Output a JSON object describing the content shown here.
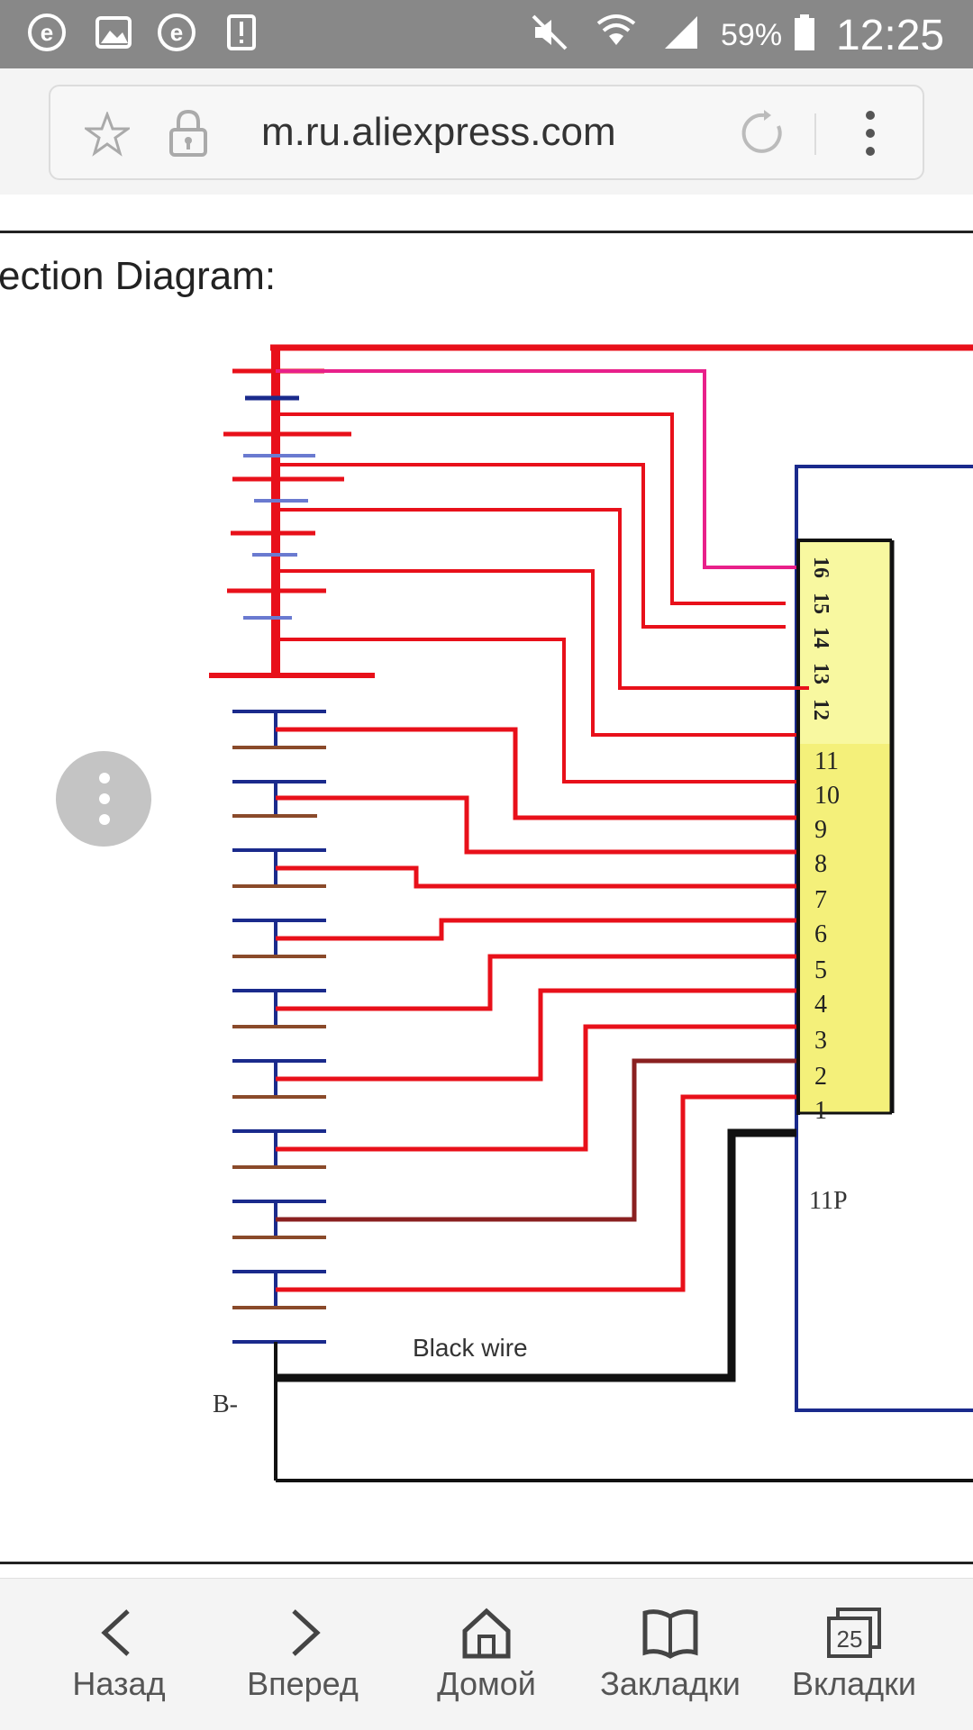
{
  "status_bar": {
    "battery": "59%",
    "time": "12:25"
  },
  "browser": {
    "url": "m.ru.aliexpress.com",
    "tab_count": "25"
  },
  "page": {
    "section_title": "ection Diagram:"
  },
  "diagram": {
    "connector_pins": [
      "16",
      "15",
      "14",
      "13",
      "12",
      "11",
      "10",
      "9",
      "8",
      "7",
      "6",
      "5",
      "4",
      "3",
      "2",
      "1"
    ],
    "connector_label": "11P",
    "black_wire_label": "Black wire",
    "b_minus_label": "B-"
  },
  "bottom_nav": {
    "back": "Назад",
    "forward": "Вперед",
    "home": "Домой",
    "bookmarks": "Закладки",
    "tabs": "Вкладки"
  },
  "colors": {
    "status_bar": "#888888",
    "red_wire": "#e8101a",
    "blue_cell": "#1a2a8c",
    "connector_yellow": "#f4f07a",
    "black_wire": "#111111"
  }
}
